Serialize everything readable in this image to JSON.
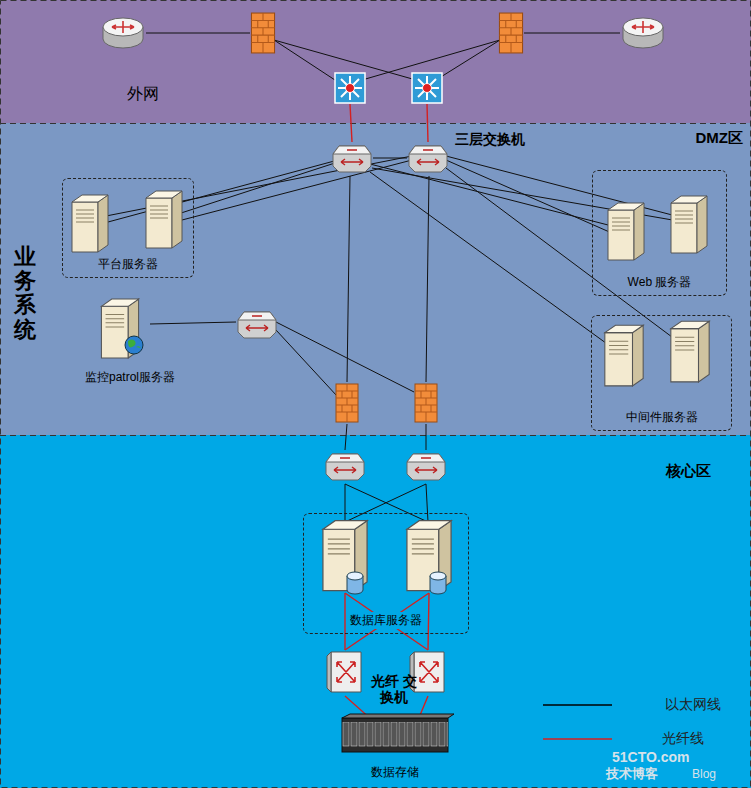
{
  "diagram": {
    "nodes": [
      {
        "text": [
          "外网"
        ]
      },
      {
        "text": [
          "DMZ区",
          "业务系统"
        ]
      },
      {
        "text": [
          "平台服务器"
        ],
        "in": 1
      },
      {
        "text": [
          "监控patrol服务器"
        ],
        "in": 1
      },
      {
        "text": [
          "Web 服务器"
        ],
        "in": 1
      },
      {
        "text": [
          "中间件服务器"
        ],
        "in": 1
      },
      {
        "text": [
          "核心区"
        ]
      },
      {
        "text": [
          "数据库服务器"
        ],
        "in": 6
      },
      {
        "text": [
          "数据存储"
        ],
        "in": 6
      }
    ],
    "labels": [
      "三层交换机",
      "光纤 交换机",
      "51CTO.com",
      "技术博客",
      "Blog"
    ],
    "legend": [
      {
        "text": "以太网线"
      },
      {
        "text": "光纤线"
      }
    ]
  }
}
